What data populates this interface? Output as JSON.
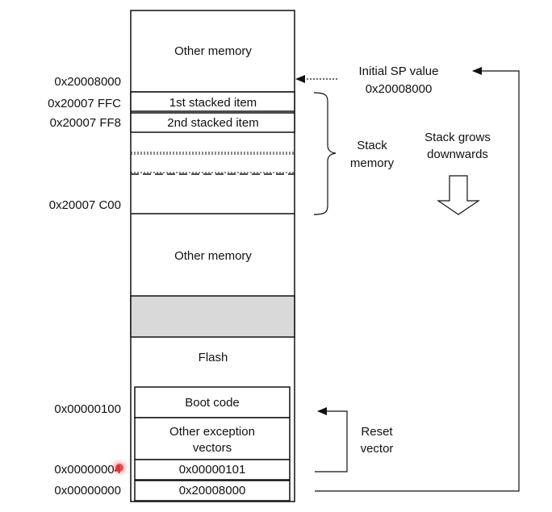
{
  "memory_map": {
    "regions": {
      "other_memory_top": "Other memory",
      "stacked_item_1": "1st stacked item",
      "stacked_item_2": "2nd stacked item",
      "other_memory_mid": "Other memory",
      "flash": "Flash",
      "boot_code": "Boot code",
      "other_exception_vectors_line1": "Other exception",
      "other_exception_vectors_line2": "vectors",
      "reset_vector_entry": "0x00000101",
      "initial_sp_entry": "0x20008000"
    },
    "addresses": {
      "addr_20008000": "0x20008000",
      "addr_20007FFC": "0x20007 FFC",
      "addr_20007FF8": "0x20007 FF8",
      "addr_20007C00": "0x20007 C00",
      "addr_00000100": "0x00000100",
      "addr_00000004": "0x00000004",
      "addr_00000000": "0x00000000"
    },
    "annotations": {
      "initial_sp_line1": "Initial SP value",
      "initial_sp_line2": "0x20008000",
      "stack_memory_line1": "Stack",
      "stack_memory_line2": "memory",
      "stack_grows_line1": "Stack grows",
      "stack_grows_line2": "downwards",
      "reset_vector_line1": "Reset",
      "reset_vector_line2": "vector"
    },
    "colors": {
      "line": "#111111",
      "gap_fill": "#d9d9d9",
      "cursor": "#eb2828"
    }
  }
}
